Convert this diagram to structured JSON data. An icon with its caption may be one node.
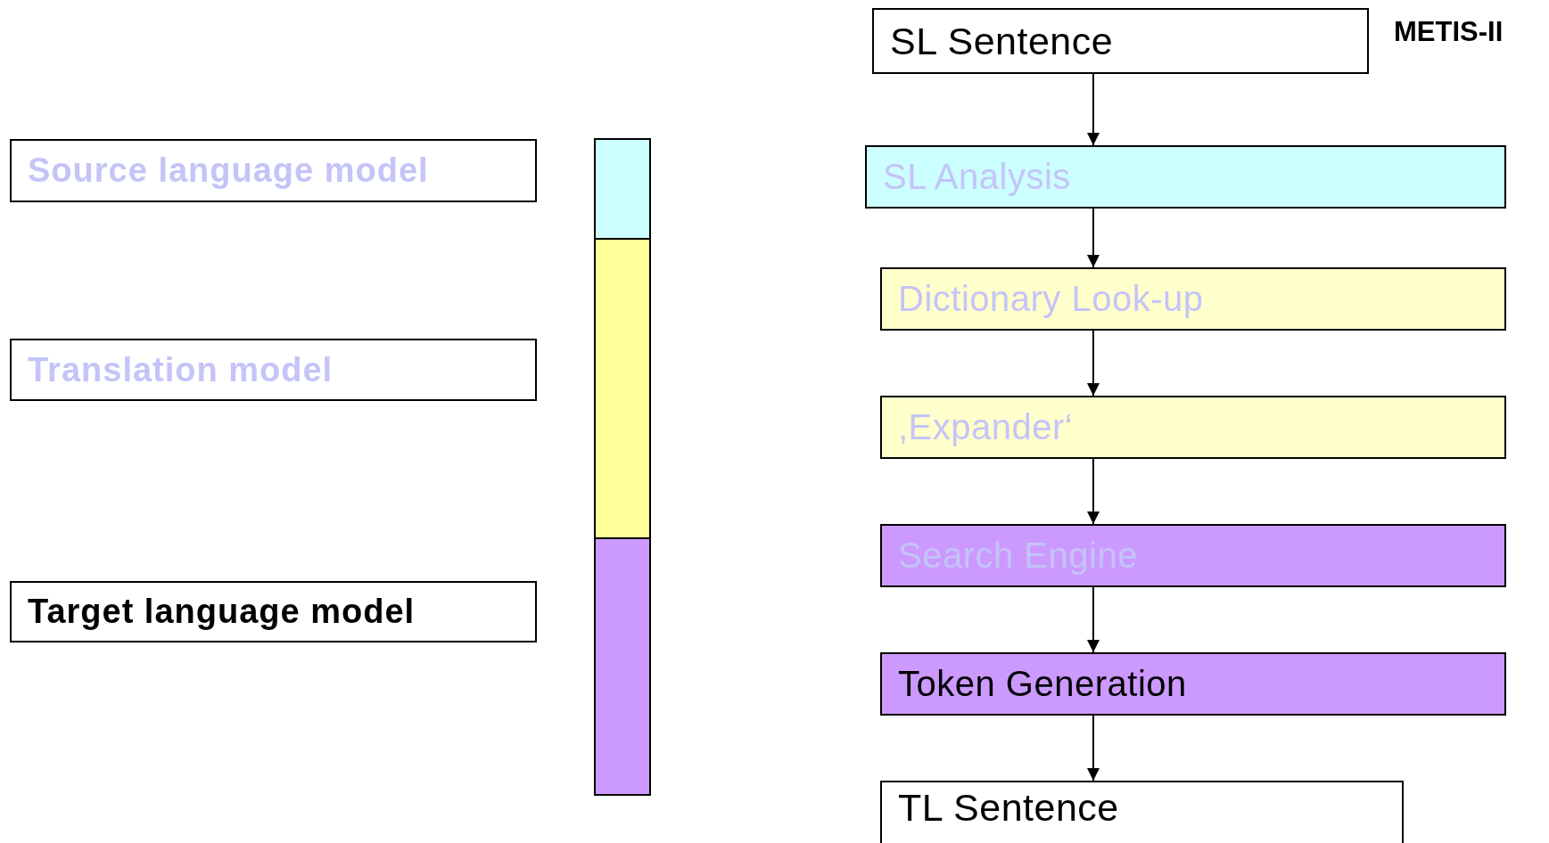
{
  "diagram": {
    "nodes": [
      {
        "text": [
          "SL Sentence"
        ]
      },
      {
        "text": [
          "SL Analysis"
        ]
      },
      {
        "text": [
          "Dictionary Look-up"
        ]
      },
      {
        "text": [
          ",Expander‘"
        ]
      },
      {
        "text": [
          "Search Engine"
        ]
      },
      {
        "text": [
          "Token Generation"
        ]
      },
      {
        "text": [
          "TL Sentence"
        ]
      },
      {
        "text": [
          "Source language model"
        ]
      },
      {
        "text": [
          "Translation model"
        ]
      },
      {
        "text": [
          "Target language model"
        ]
      }
    ],
    "edges": [
      {
        "from": 0,
        "to": 1,
        "arrow": "to"
      },
      {
        "from": 1,
        "to": 2,
        "arrow": "to"
      },
      {
        "from": 2,
        "to": 3,
        "arrow": "to"
      },
      {
        "from": 3,
        "to": 4,
        "arrow": "to"
      },
      {
        "from": 4,
        "to": 5,
        "arrow": "to"
      },
      {
        "from": 5,
        "to": 6,
        "arrow": "to"
      }
    ],
    "labels": [
      "METIS-II"
    ]
  }
}
